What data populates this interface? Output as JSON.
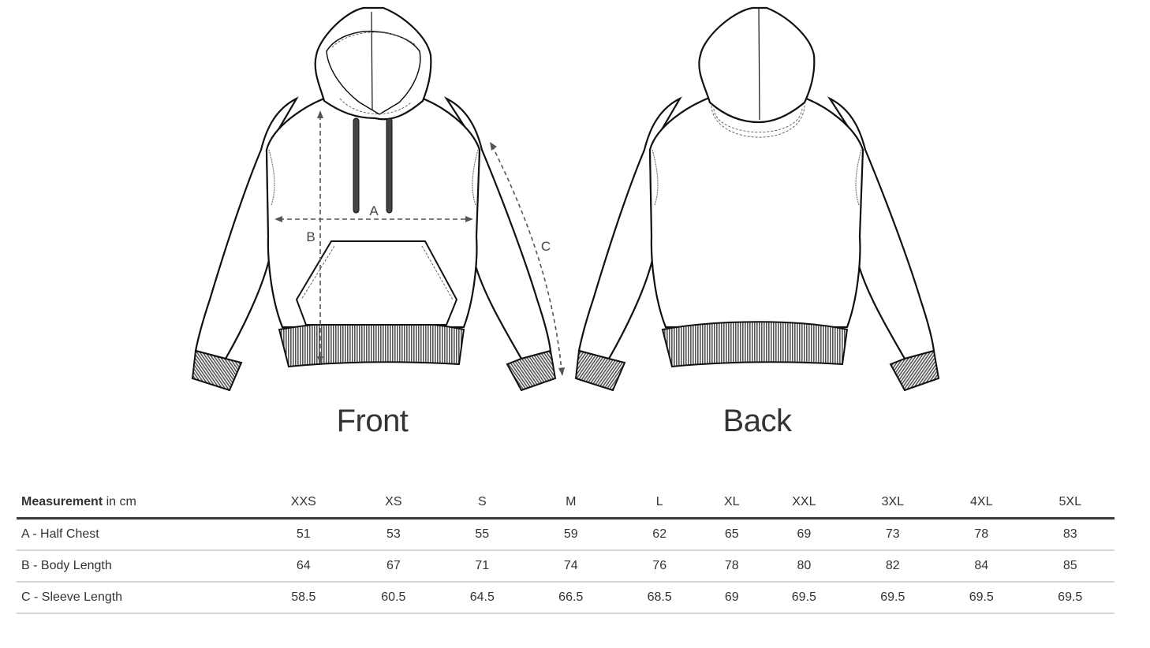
{
  "figures": {
    "front": {
      "label": "Front",
      "markers": {
        "a": "A",
        "b": "B",
        "c": "C"
      }
    },
    "back": {
      "label": "Back"
    }
  },
  "table": {
    "header": {
      "bold": "Measurement",
      "rest": " in cm"
    },
    "sizes": [
      "XXS",
      "XS",
      "S",
      "M",
      "L",
      "XL",
      "XXL",
      "3XL",
      "4XL",
      "5XL"
    ],
    "rows": [
      {
        "label": "A - Half Chest",
        "values": [
          "51",
          "53",
          "55",
          "59",
          "62",
          "65",
          "69",
          "73",
          "78",
          "83"
        ]
      },
      {
        "label": "B - Body Length",
        "values": [
          "64",
          "67",
          "71",
          "74",
          "76",
          "78",
          "80",
          "82",
          "84",
          "85"
        ]
      },
      {
        "label": "C - Sleeve Length",
        "values": [
          "58.5",
          "60.5",
          "64.5",
          "66.5",
          "68.5",
          "69",
          "69.5",
          "69.5",
          "69.5",
          "69.5"
        ]
      }
    ]
  },
  "colors": {
    "text": "#333333",
    "header_rule": "#3a3a3a",
    "row_rule": "#d6d6d6",
    "line_art": "#111111",
    "rib": "#555555"
  }
}
